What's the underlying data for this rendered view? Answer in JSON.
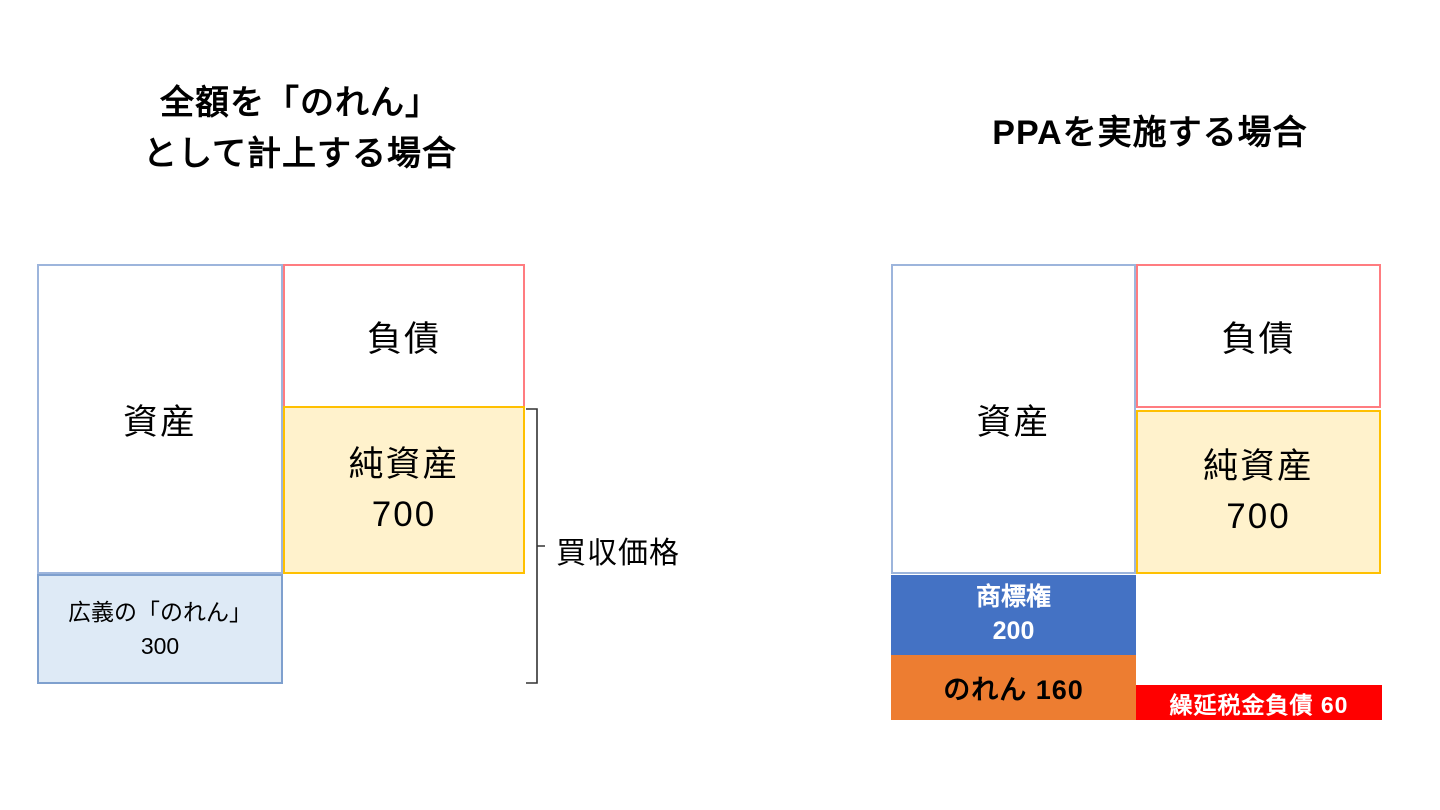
{
  "left_diagram": {
    "title_line1": "全額を「のれん」",
    "title_line2": "として計上する場合",
    "assets_label": "資産",
    "liabilities_label": "負債",
    "net_assets_label": "純資産",
    "net_assets_value": "700",
    "broad_goodwill_label": "広義の「のれん」",
    "broad_goodwill_value": "300",
    "bracket_label": "買収価格"
  },
  "right_diagram": {
    "title": "PPAを実施する場合",
    "assets_label": "資産",
    "liabilities_label": "負債",
    "net_assets_label": "純資産",
    "net_assets_value": "700",
    "trademark_label": "商標権",
    "trademark_value": "200",
    "goodwill_label": "のれん 160",
    "deferred_tax_label": "繰延税金負債 60"
  },
  "colors": {
    "asset_border": "#9DB5DC",
    "liability_border": "#FF7C80",
    "net_asset_border": "#FFC000",
    "net_asset_fill": "#FFF2CC",
    "broad_goodwill_border": "#7FA0CE",
    "broad_goodwill_fill": "#DEEAF6",
    "trademark_fill": "#4472C4",
    "goodwill_fill": "#ED7D31",
    "deferred_tax_fill": "#FF0000",
    "bracket_stroke": "#333333"
  }
}
